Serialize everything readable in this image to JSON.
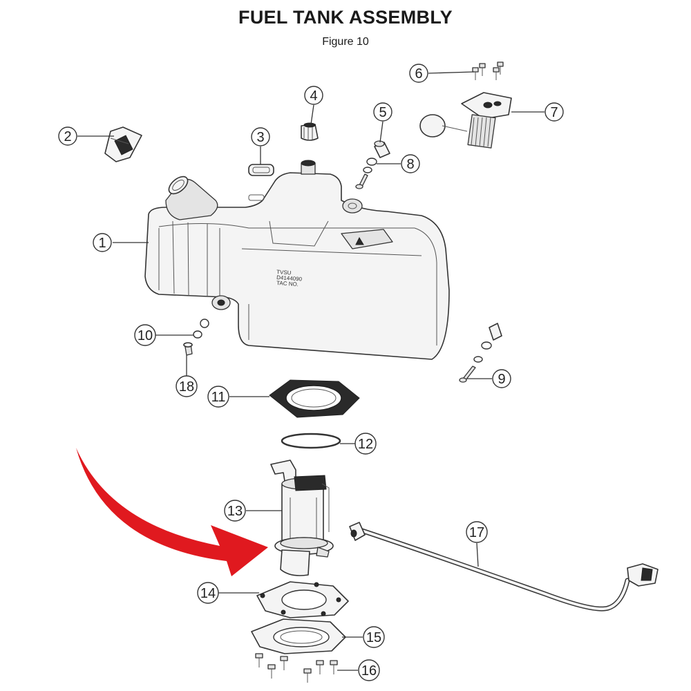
{
  "title": "FUEL TANK ASSEMBLY",
  "subtitle": "Figure 10",
  "tank_marking": [
    "TVSU",
    "D4144090",
    "TAC NO."
  ],
  "callouts": [
    "1",
    "2",
    "3",
    "4",
    "5",
    "6",
    "7",
    "8",
    "9",
    "10",
    "11",
    "12",
    "13",
    "14",
    "15",
    "16",
    "17",
    "18"
  ],
  "colors": {
    "arrow": "#e0191f",
    "line": "#333333"
  },
  "arrow_icon": "curved-arrow-icon"
}
